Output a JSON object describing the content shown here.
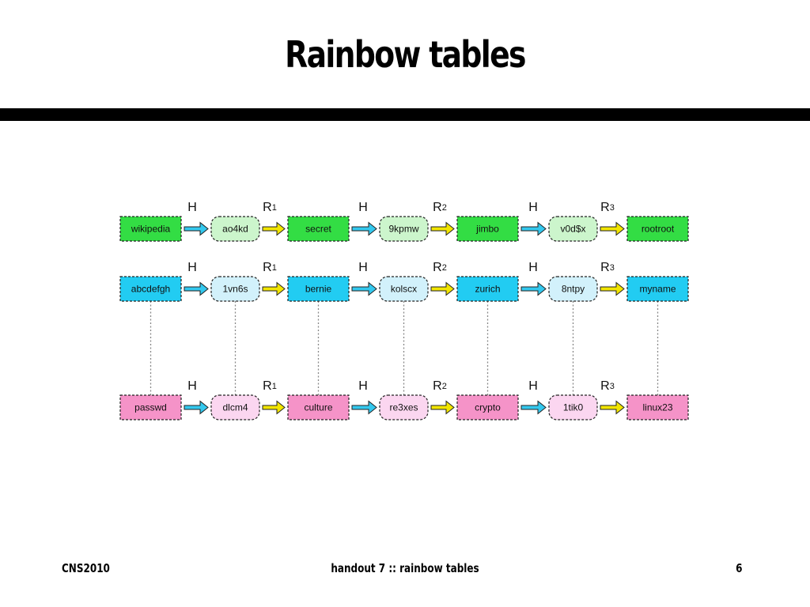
{
  "slide": {
    "title": "Rainbow tables"
  },
  "diagram": {
    "chains": [
      {
        "boxes": [
          "wikipedia",
          "ao4kd",
          "secret",
          "9kpmw",
          "jimbo",
          "v0d$x",
          "rootroot"
        ],
        "plain_fill": "#33dd44",
        "hash_fill": "#ccf5cc"
      },
      {
        "boxes": [
          "abcdefgh",
          "1vn6s",
          "bernie",
          "kolscx",
          "zurich",
          "8ntpy",
          "myname"
        ],
        "plain_fill": "#22ccf2",
        "hash_fill": "#d2f1fb"
      },
      {
        "boxes": [
          "passwd",
          "dlcm4",
          "culture",
          "re3xes",
          "crypto",
          "1tik0",
          "linux23"
        ],
        "plain_fill": "#f593c8",
        "hash_fill": "#fbd6f0"
      }
    ],
    "steps": [
      {
        "label": "H",
        "sub": "",
        "kind": "hash"
      },
      {
        "label": "R",
        "sub": "1",
        "kind": "reduce"
      },
      {
        "label": "H",
        "sub": "",
        "kind": "hash"
      },
      {
        "label": "R",
        "sub": "2",
        "kind": "reduce"
      },
      {
        "label": "H",
        "sub": "",
        "kind": "hash"
      },
      {
        "label": "R",
        "sub": "3",
        "kind": "reduce"
      }
    ],
    "colors": {
      "hash_arrow": "#33c8ee",
      "reduce_arrow": "#f2e500",
      "vertical_connector": "#888888"
    }
  },
  "footer": {
    "left": "CNS2010",
    "center": "handout 7 :: rainbow tables",
    "right": "6"
  }
}
